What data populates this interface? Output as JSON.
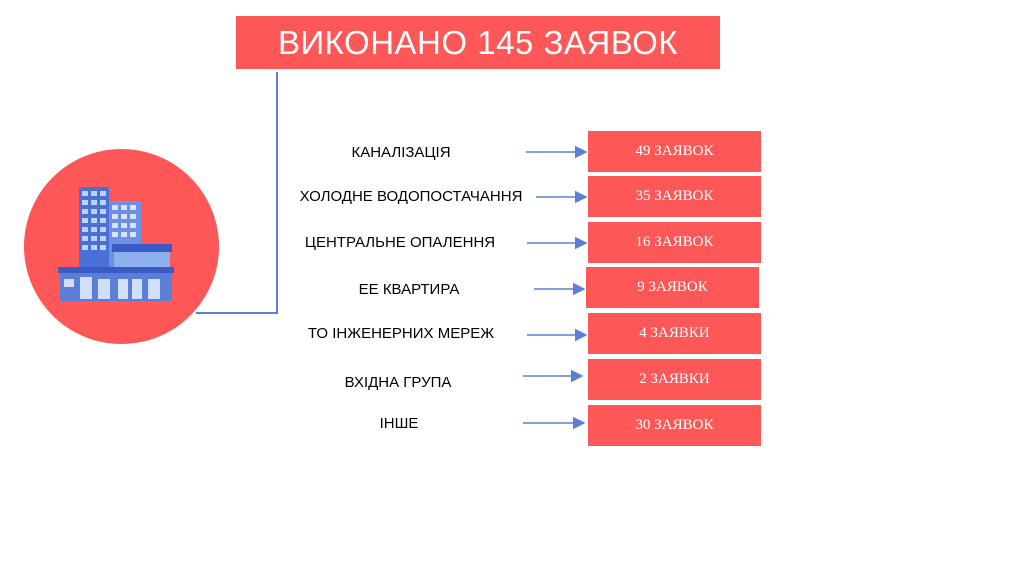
{
  "title": "ВИКОНАНО 145 ЗАЯВОК",
  "colors": {
    "accent": "#fe5757",
    "arrow": "#5b7fd6",
    "text": "#000000"
  },
  "icon": "office-building-icon",
  "categories": [
    {
      "label": "КАНАЛІЗАЦІЯ",
      "count": "49 ЗАЯВОК"
    },
    {
      "label": "ХОЛОДНЕ ВОДОПОСТАЧАННЯ",
      "count": "35 ЗАЯВОК"
    },
    {
      "label": "ЦЕНТРАЛЬНЕ ОПАЛЕННЯ",
      "count": "16 ЗАЯВОК"
    },
    {
      "label": "ЕЕ КВАРТИРА",
      "count": "9 ЗАЯВОК"
    },
    {
      "label": "ТО ІНЖЕНЕРНИХ МЕРЕЖ",
      "count": "4 ЗАЯВКИ"
    },
    {
      "label": "ВХІДНА ГРУПА",
      "count": "2 ЗАЯВКИ"
    },
    {
      "label": "ІНШЕ",
      "count": "30 ЗАЯВОК"
    }
  ]
}
